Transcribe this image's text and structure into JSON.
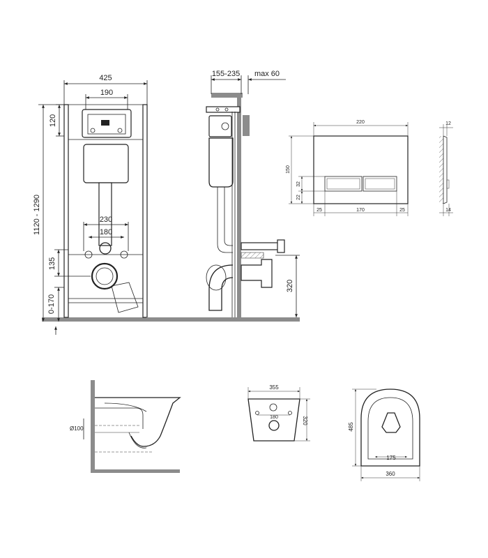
{
  "frame_front": {
    "width": "425",
    "plate_width": "190",
    "top_offset": "120",
    "height_range": "1120 - 1290",
    "bolt_outer": "230",
    "bolt_inner": "180",
    "drain_height": "135",
    "foot_range": "0-170"
  },
  "frame_side": {
    "depth_range": "155-235",
    "max_depth": "max 60",
    "outlet_height": "320"
  },
  "flush_plate": {
    "width": "220",
    "height": "150",
    "button_h": "32",
    "button_gap": "22",
    "margin_left": "25",
    "button_w": "170",
    "margin_right": "25",
    "thickness_top": "12",
    "thickness_bottom": "14"
  },
  "bowl_side": {
    "pipe_dia": "Ø100"
  },
  "bowl_back": {
    "width": "355",
    "bolt_spacing": "180",
    "height": "320"
  },
  "bowl_top": {
    "length": "485",
    "inner_width": "175",
    "outer_width": "360"
  }
}
